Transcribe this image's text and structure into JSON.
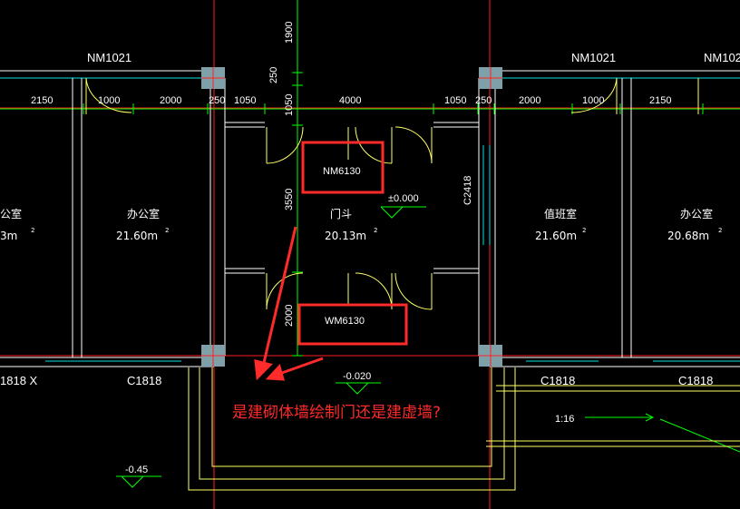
{
  "door_labels": {
    "nm1021_left": "NM1021",
    "nm1021_right": "NM1021",
    "nm102_edge": "NM102",
    "nm6130": "NM6130",
    "wm6130": "WM6130"
  },
  "window_labels": {
    "c1818_left": "C1818",
    "c1818_mid": "C1818",
    "c1818_right": "C1818",
    "c1818x_edge": "1818 X",
    "c2418": "C2418"
  },
  "dimensions": {
    "d2150_left": "2150",
    "d1000_left": "1000",
    "d2000_left": "2000",
    "d250_a": "250",
    "d1050_a": "1050",
    "d4000": "4000",
    "d1050_b": "1050",
    "d250_b": "250",
    "d2000_right": "2000",
    "d1000_right": "1000",
    "d2150_right": "2150",
    "v1900": "1900",
    "v250": "250",
    "v1050": "1050",
    "v3550": "3550",
    "v2000": "2000"
  },
  "rooms": {
    "office_edge": "公室",
    "office_edge_area": "3m",
    "office_left": "办公室",
    "office_left_area": "21.60m",
    "vestibule": "门斗",
    "vestibule_area": "20.13m",
    "duty": "值班室",
    "duty_area": "21.60m",
    "office_right": "办公室",
    "office_right_area": "20.68m",
    "sup": "2"
  },
  "elevations": {
    "e0": "±0.000",
    "e020": "-0.020",
    "e45": "-0.45"
  },
  "slope": "1:16",
  "question": "是建砌体墙绘制门还是建虚墙?",
  "colors": {
    "wall": "#ffffff",
    "wall_inner": "#00e0e0",
    "dim_line": "#00ff00",
    "door": "#ffff66",
    "grid": "#ff2020",
    "highlight": "#ff2a2a",
    "column": "#7fa0a8"
  }
}
